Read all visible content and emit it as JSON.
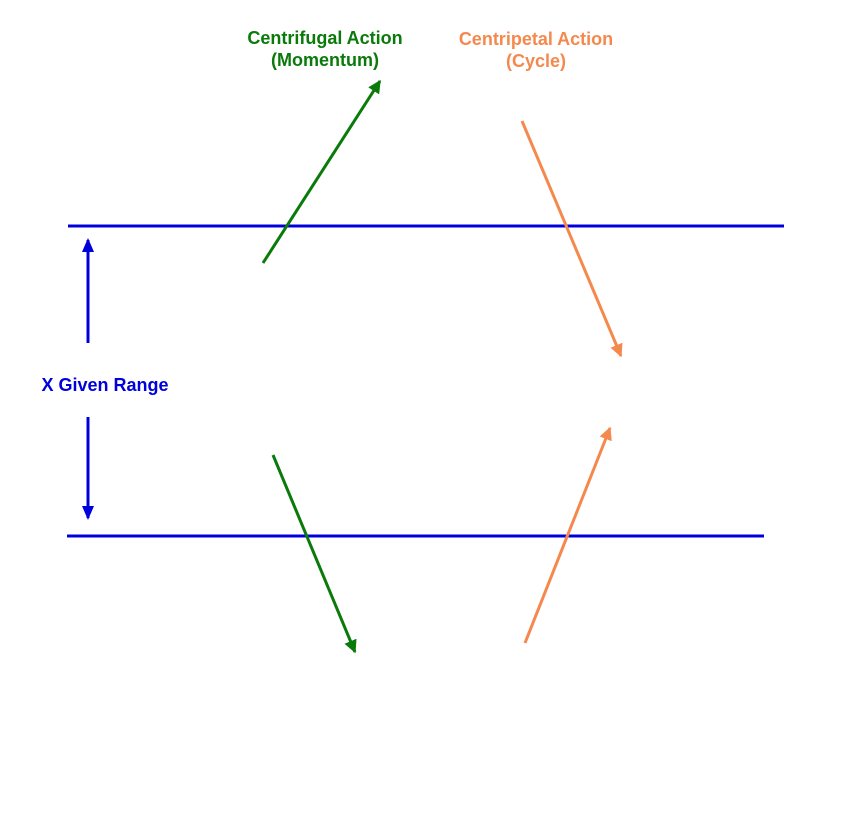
{
  "colors": {
    "range": "#0000dd",
    "centrifugal": "#0a7a0a",
    "centripetal": "#f5894d",
    "background": "#ffffff"
  },
  "labels": {
    "centrifugal": {
      "line1": "Centrifugal Action",
      "line2": "(Momentum)"
    },
    "centripetal": {
      "line1": "Centripetal Action",
      "line2": "(Cycle)"
    },
    "range": "X Given Range"
  }
}
